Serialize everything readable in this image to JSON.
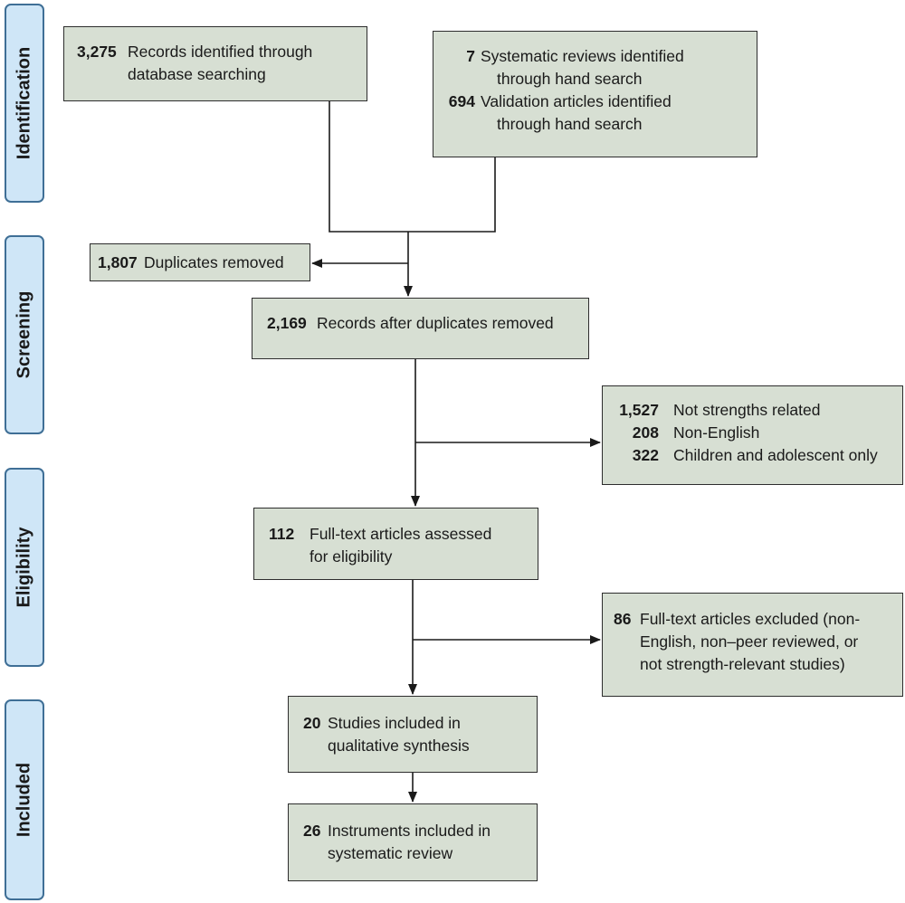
{
  "stages": {
    "identification": "Identification",
    "screening": "Screening",
    "eligibility": "Eligibility",
    "included": "Included"
  },
  "boxes": {
    "database_records": {
      "count": "3,275",
      "line1": "Records identified through",
      "line2": "database searching"
    },
    "hand_search": {
      "count1": "7",
      "line1a": "Systematic reviews identified",
      "line1b": "through hand search",
      "count2": "694",
      "line2a": "Validation articles identified",
      "line2b": "through hand search"
    },
    "duplicates_removed": {
      "count": "1,807",
      "text": "Duplicates removed"
    },
    "after_duplicates": {
      "count": "2,169",
      "text": "Records after duplicates removed"
    },
    "screening_exclusions": {
      "items": [
        {
          "count": "1,527",
          "text": "Not strengths related"
        },
        {
          "count": "208",
          "text": "Non-English"
        },
        {
          "count": "322",
          "text": "Children and adolescent only"
        }
      ]
    },
    "full_text_assessed": {
      "count": "112",
      "line1": "Full-text articles assessed",
      "line2": "for eligibility"
    },
    "full_text_excluded": {
      "count": "86",
      "line1": "Full-text articles excluded (non-",
      "line2": "English, non–peer reviewed, or",
      "line3": "not strength-relevant studies)"
    },
    "qualitative_synthesis": {
      "count": "20",
      "line1": "Studies included in",
      "line2": "qualitative synthesis"
    },
    "instruments_included": {
      "count": "26",
      "line1": "Instruments included in",
      "line2": "systematic review"
    }
  },
  "colors": {
    "box_fill": "#d7dfd3",
    "stage_fill": "#cfe6f7",
    "stage_border": "#3f6f96",
    "line": "#1a1a1a"
  }
}
